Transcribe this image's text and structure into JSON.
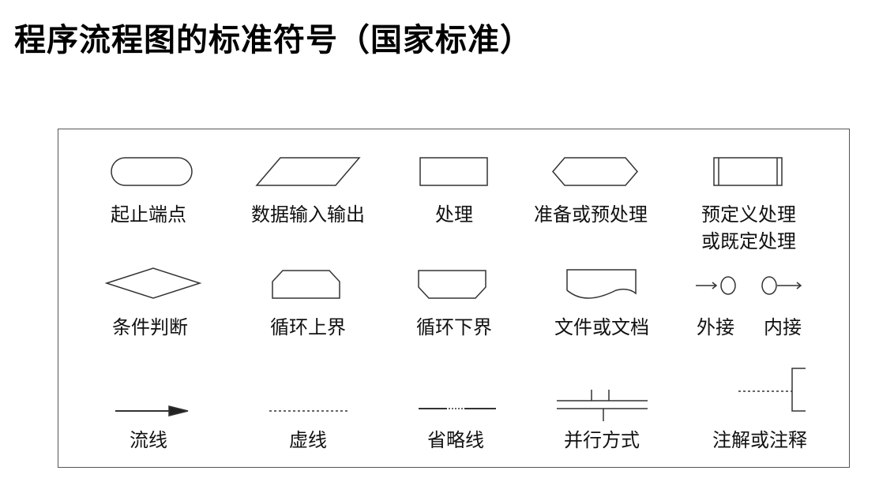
{
  "title": "程序流程图的标准符号（国家标准）",
  "symbols": {
    "terminal": "起止端点",
    "io": "数据输入输出",
    "process": "处理",
    "preparation": "准备或预处理",
    "predefined_1": "预定义处理",
    "predefined_2": "或既定处理",
    "decision": "条件判断",
    "loop_upper": "循环上界",
    "loop_lower": "循环下界",
    "document": "文件或文档",
    "connector_out": "外接",
    "connector_in": "内接",
    "flow_line": "流线",
    "dashed_line": "虚线",
    "ellipsis_line": "省略线",
    "parallel": "并行方式",
    "annotation": "注解或注释"
  }
}
